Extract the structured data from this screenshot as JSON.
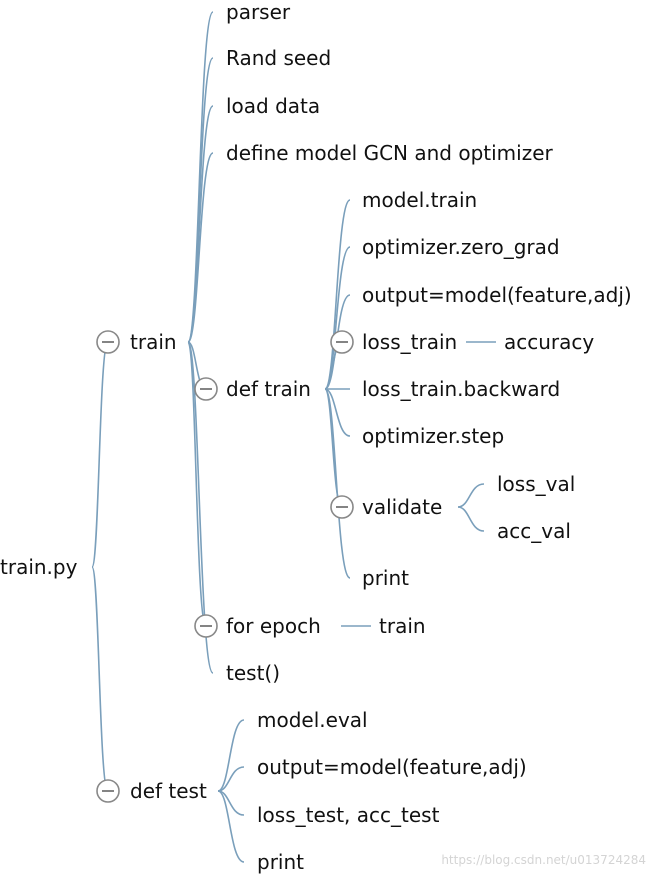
{
  "diagram": {
    "type": "mind-map",
    "colors": {
      "link": "#7a9fbb",
      "text": "#111111",
      "toggle": "#888888",
      "watermark": "#d4d4d4"
    },
    "nodes": [
      {
        "id": "root",
        "label": "train.py",
        "collapsible": false
      },
      {
        "id": "train",
        "parent": "root",
        "label": "train",
        "collapsible": true
      },
      {
        "id": "parser",
        "parent": "train",
        "label": "parser",
        "collapsible": false
      },
      {
        "id": "rand-seed",
        "parent": "train",
        "label": "Rand seed",
        "collapsible": false
      },
      {
        "id": "load-data",
        "parent": "train",
        "label": "load data",
        "collapsible": false
      },
      {
        "id": "define-model",
        "parent": "train",
        "label": "define model GCN and optimizer",
        "collapsible": false
      },
      {
        "id": "def-train",
        "parent": "train",
        "label": "def train",
        "collapsible": true
      },
      {
        "id": "model-train",
        "parent": "def-train",
        "label": "model.train",
        "collapsible": false
      },
      {
        "id": "zero-grad",
        "parent": "def-train",
        "label": "optimizer.zero_grad",
        "collapsible": false
      },
      {
        "id": "output-train",
        "parent": "def-train",
        "label": "output=model(feature,adj)",
        "collapsible": false
      },
      {
        "id": "loss-train",
        "parent": "def-train",
        "label": "loss_train",
        "collapsible": true
      },
      {
        "id": "accuracy",
        "parent": "loss-train",
        "label": "accuracy",
        "collapsible": false
      },
      {
        "id": "backward",
        "parent": "def-train",
        "label": "loss_train.backward",
        "collapsible": false
      },
      {
        "id": "step",
        "parent": "def-train",
        "label": "optimizer.step",
        "collapsible": false
      },
      {
        "id": "validate",
        "parent": "def-train",
        "label": "validate",
        "collapsible": true
      },
      {
        "id": "loss-val",
        "parent": "validate",
        "label": "loss_val",
        "collapsible": false
      },
      {
        "id": "acc-val",
        "parent": "validate",
        "label": "acc_val",
        "collapsible": false
      },
      {
        "id": "print-train",
        "parent": "def-train",
        "label": "print",
        "collapsible": false
      },
      {
        "id": "for-epoch",
        "parent": "train",
        "label": "for epoch",
        "collapsible": true
      },
      {
        "id": "epoch-train",
        "parent": "for-epoch",
        "label": "train",
        "collapsible": false
      },
      {
        "id": "test-call",
        "parent": "train",
        "label": "test()",
        "collapsible": false
      },
      {
        "id": "def-test",
        "parent": "root",
        "label": "def test",
        "collapsible": true
      },
      {
        "id": "model-eval",
        "parent": "def-test",
        "label": "model.eval",
        "collapsible": false
      },
      {
        "id": "output-test",
        "parent": "def-test",
        "label": "output=model(feature,adj)",
        "collapsible": false
      },
      {
        "id": "loss-test",
        "parent": "def-test",
        "label": "loss_test, acc_test",
        "collapsible": false
      },
      {
        "id": "print-test",
        "parent": "def-test",
        "label": "print",
        "collapsible": false
      }
    ]
  },
  "watermark": "https://blog.csdn.net/u013724284"
}
